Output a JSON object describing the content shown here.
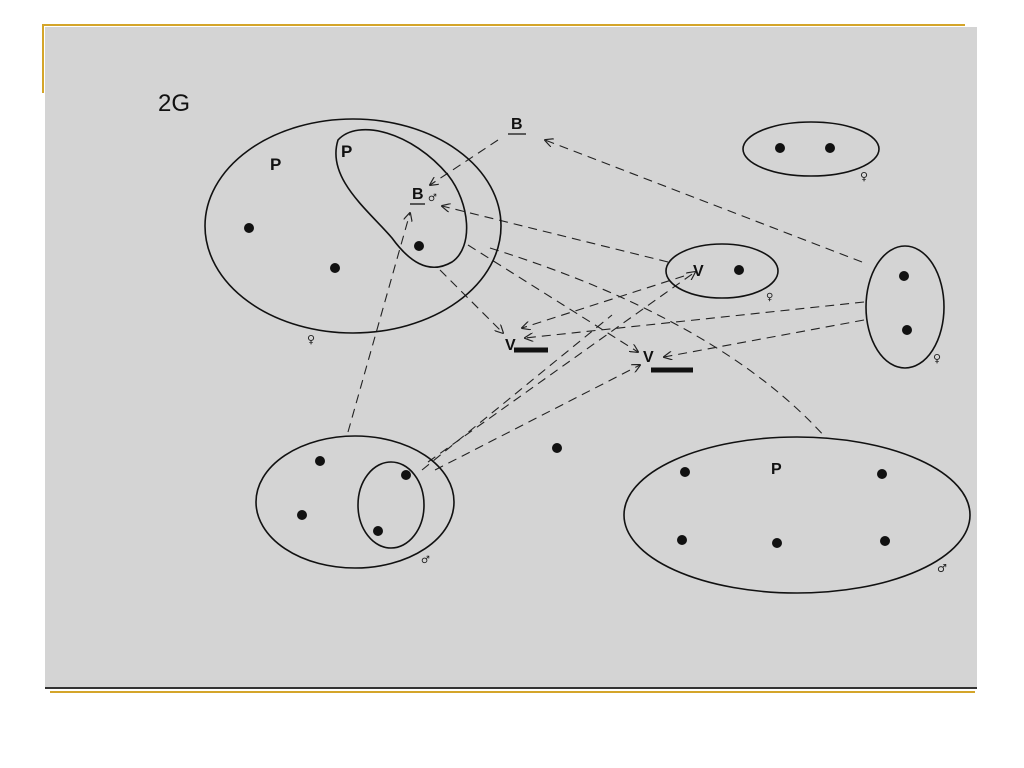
{
  "slide": {
    "title": "2G",
    "colors": {
      "panel": "#d4d4d4",
      "accent_rule": "#d4a52a",
      "ink": "#111111"
    }
  },
  "labels": {
    "p_outer": "P",
    "p_inner": "P",
    "b_top": "B",
    "b_inner": "B",
    "v_right": "V",
    "v_center_left": "V",
    "v_center_right": "V",
    "p_bottom_right": "P"
  },
  "gender_marks": {
    "big_group": "♀",
    "top_right_group": "♀",
    "v_group": "♀",
    "right_vertical_group": "♀",
    "bottom_left_group": "♂",
    "bottom_right_group": "♂"
  }
}
